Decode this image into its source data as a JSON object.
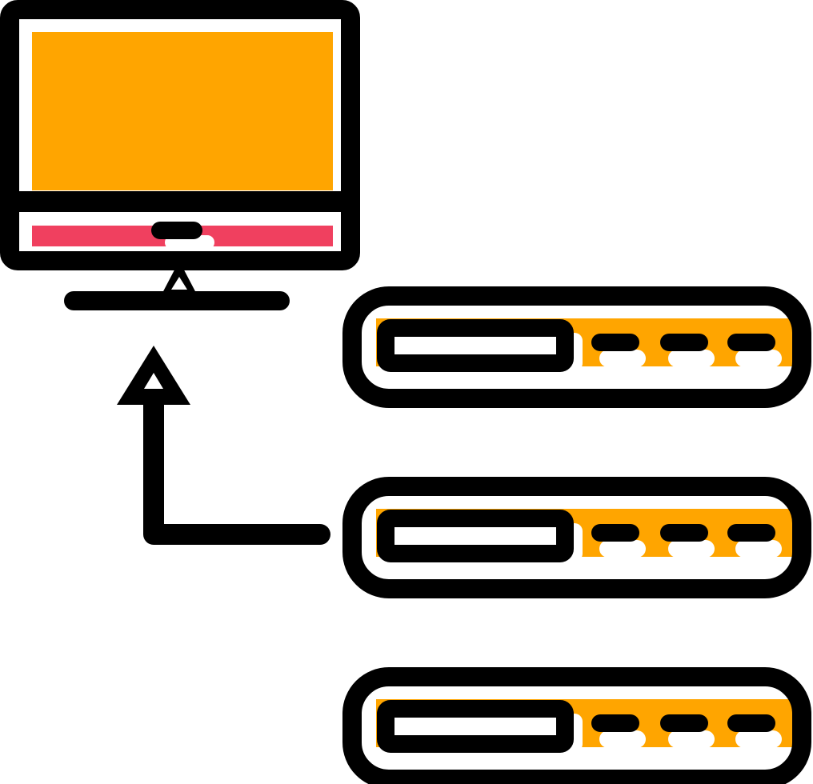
{
  "icon": {
    "name": "server-to-computer-data-transfer-icon",
    "colors": {
      "stroke": "#000000",
      "background": "#ffffff",
      "screen_fill": "#FFA500",
      "bezel_fill": "#F0405F",
      "server_fill": "#FFA500",
      "highlight": "#ffffff"
    },
    "server_count": 3,
    "server_led_count": 3,
    "arrow_direction": "up",
    "arrow_source": "server-2"
  }
}
